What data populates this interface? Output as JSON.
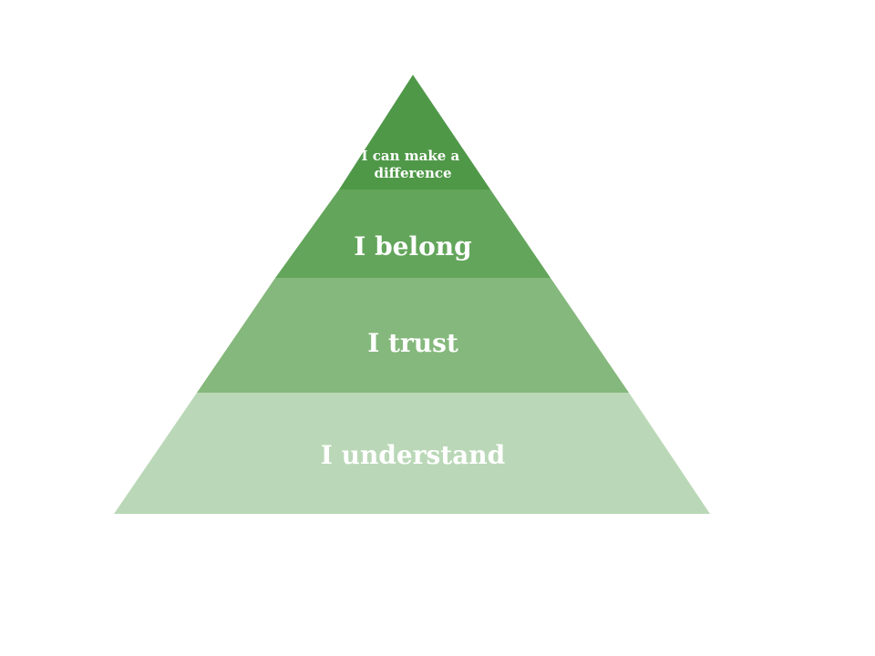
{
  "pyramid": {
    "tiers": [
      {
        "label_lines": [
          "I can make a",
          "difference"
        ],
        "color": "#4f9848"
      },
      {
        "label_lines": [
          "I belong"
        ],
        "color": "#63a55b"
      },
      {
        "label_lines": [
          "I trust"
        ],
        "color": "#85b87c"
      },
      {
        "label_lines": [
          "I understand"
        ],
        "color": "#bad8b7"
      }
    ]
  }
}
